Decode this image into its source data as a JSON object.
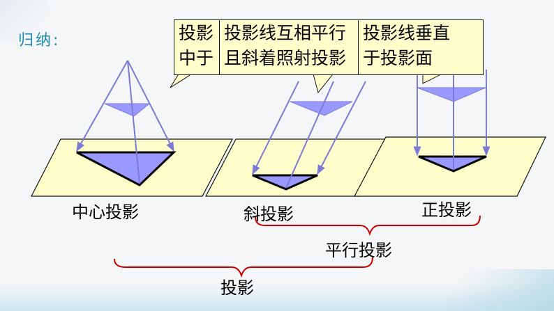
{
  "heading": "归纳:",
  "callouts": {
    "central": {
      "line1": "投影",
      "line2": "中于"
    },
    "oblique": {
      "line1": "投影线互相平行",
      "line2": "且斜着照射投影"
    },
    "orthographic": {
      "line1": "投影线垂直",
      "line2": "于投影面"
    }
  },
  "labels": {
    "central": "中心投影",
    "oblique": "斜投影",
    "orthographic": "正投影",
    "parallel": "平行投影",
    "projection": "投影"
  },
  "colors": {
    "plane_fill": "#ffffcc",
    "triangle_fill": "#9999ff",
    "ray_color": "#7b7bd6",
    "brace_color": "#cc0000",
    "heading_color": "#1f8bb0",
    "callout_fill": "#ffffcc"
  }
}
